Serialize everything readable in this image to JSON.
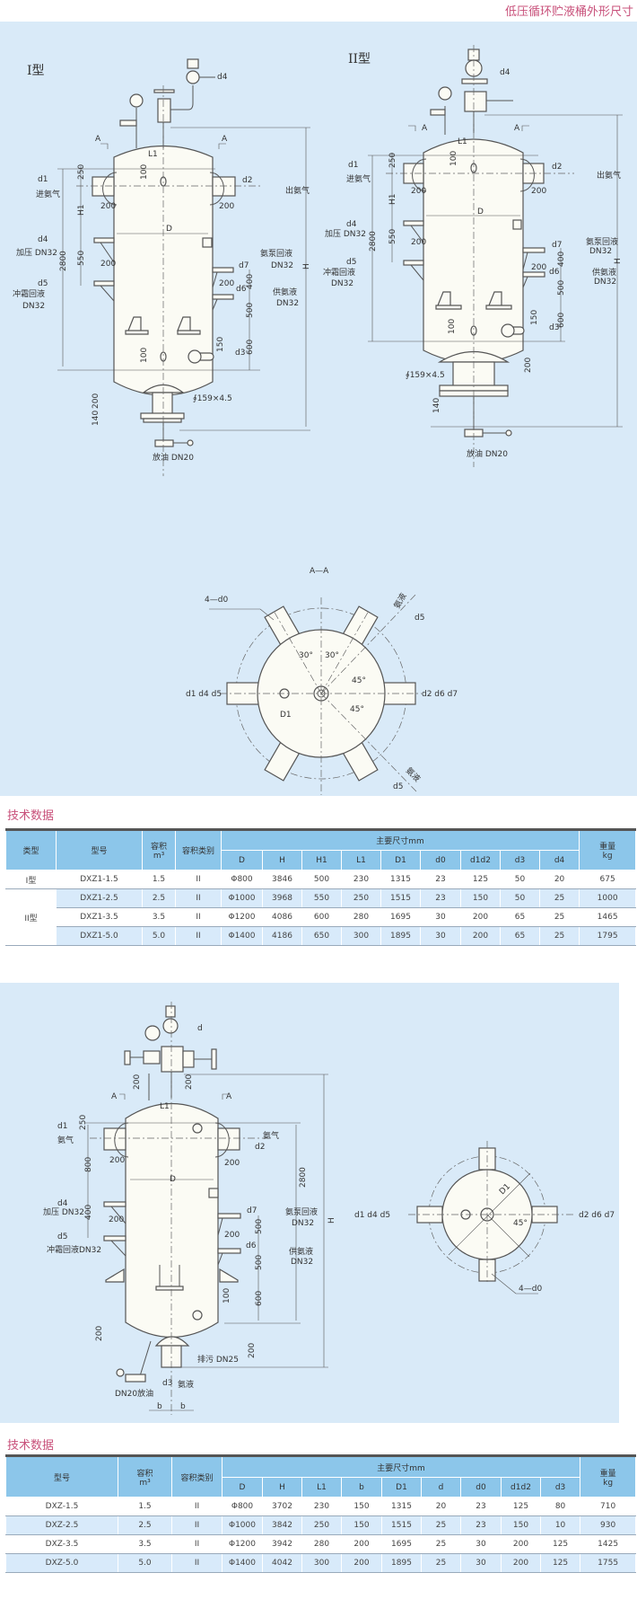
{
  "page_title": "低压循环贮液桶外形尺寸",
  "drawing1": {
    "type1_labels": [
      "I型",
      "d4",
      "A",
      "A",
      "L1",
      "100",
      "250",
      "d1",
      "进氨气",
      "d2",
      "出氨气",
      "200",
      "200",
      "H1",
      "D",
      "d4",
      "加压 DN32",
      "550",
      "200",
      "2800",
      "d5",
      "冲霜回液",
      "DN32",
      "氨泵回液",
      "DN32",
      "d7",
      "400",
      "200",
      "d6",
      "供氨液",
      "DN32",
      "500",
      "150",
      "d3",
      "600",
      "100",
      "H",
      "∮159×4.5",
      "200",
      "140",
      "放油 DN20"
    ],
    "type2_labels": [
      "II型",
      "d4",
      "A",
      "A",
      "L1",
      "100",
      "250",
      "d1",
      "进氨气",
      "d2",
      "出氨气",
      "200",
      "200",
      "H1",
      "D",
      "d4",
      "加压 DN32",
      "550",
      "200",
      "2800",
      "d5",
      "冲霜回液",
      "DN32",
      "氨泵回液",
      "DN32",
      "d7",
      "400",
      "200",
      "d6",
      "供氨液",
      "DN32",
      "500",
      "150",
      "d3",
      "600",
      "100",
      "H",
      "∮159×4.5",
      "200",
      "140",
      "放油 DN20"
    ],
    "section_labels": [
      "A—A",
      "4—d0",
      "氨液",
      "d5",
      "30°",
      "30°",
      "45°",
      "45°",
      "d1  d4  d5",
      "d2  d6  d7",
      "D1",
      "氨液",
      "d5"
    ]
  },
  "table1": {
    "title": "技术数据",
    "headers": {
      "type": "类型",
      "model": "型号",
      "volume": "容积",
      "volume_unit": "m³",
      "vessel_class": "容积类别",
      "main_dims": "主要尺寸mm",
      "weight": "重量",
      "weight_unit": "kg"
    },
    "dim_headers": [
      "D",
      "H",
      "H1",
      "L1",
      "D1",
      "d0",
      "d1d2",
      "d3",
      "d4"
    ],
    "type_groups": [
      "I型",
      "II型"
    ],
    "rows": [
      [
        "DXZ1-1.5",
        "1.5",
        "II",
        "Φ800",
        "3846",
        "500",
        "230",
        "1315",
        "23",
        "125",
        "50",
        "20",
        "675"
      ],
      [
        "DXZ1-2.5",
        "2.5",
        "II",
        "Φ1000",
        "3968",
        "550",
        "250",
        "1515",
        "23",
        "150",
        "50",
        "25",
        "1000"
      ],
      [
        "DXZ1-3.5",
        "3.5",
        "II",
        "Φ1200",
        "4086",
        "600",
        "280",
        "1695",
        "30",
        "200",
        "65",
        "25",
        "1465"
      ],
      [
        "DXZ1-5.0",
        "5.0",
        "II",
        "Φ1400",
        "4186",
        "650",
        "300",
        "1895",
        "30",
        "200",
        "65",
        "25",
        "1795"
      ]
    ]
  },
  "drawing2": {
    "vessel_labels": [
      "d",
      "200",
      "200",
      "A",
      "A",
      "L1",
      "d1",
      "250",
      "氨气",
      "氨气",
      "d2",
      "200",
      "200",
      "800",
      "D",
      "2800",
      "d4",
      "加压 DN32",
      "400",
      "200",
      "d7",
      "氨泵回液",
      "DN32",
      "H",
      "500",
      "200",
      "d5",
      "冲霜回液DN32",
      "d6",
      "供氨液",
      "DN32",
      "500",
      "600",
      "100",
      "200",
      "排污 DN25",
      "200",
      "d3",
      "氨液",
      "DN20放油",
      "b",
      "b"
    ],
    "section_labels": [
      "D1",
      "45°",
      "d1    d4    d5",
      "d2    d6    d7",
      "4—d0"
    ]
  },
  "table2": {
    "title": "技术数据",
    "headers": {
      "model": "型号",
      "volume": "容积",
      "volume_unit": "m³",
      "vessel_class": "容积类别",
      "main_dims": "主要尺寸mm",
      "weight": "重量",
      "weight_unit": "kg"
    },
    "dim_headers": [
      "D",
      "H",
      "L1",
      "b",
      "D1",
      "d",
      "d0",
      "d1d2",
      "d3"
    ],
    "rows": [
      [
        "DXZ-1.5",
        "1.5",
        "II",
        "Φ800",
        "3702",
        "230",
        "150",
        "1315",
        "20",
        "23",
        "125",
        "80",
        "710"
      ],
      [
        "DXZ-2.5",
        "2.5",
        "II",
        "Φ1000",
        "3842",
        "250",
        "150",
        "1515",
        "25",
        "23",
        "150",
        "10",
        "930"
      ],
      [
        "DXZ-3.5",
        "3.5",
        "II",
        "Φ1200",
        "3942",
        "280",
        "200",
        "1695",
        "25",
        "30",
        "200",
        "125",
        "1425"
      ],
      [
        "DXZ-5.0",
        "5.0",
        "II",
        "Φ1400",
        "4042",
        "300",
        "200",
        "1895",
        "25",
        "30",
        "200",
        "125",
        "1755"
      ]
    ]
  }
}
